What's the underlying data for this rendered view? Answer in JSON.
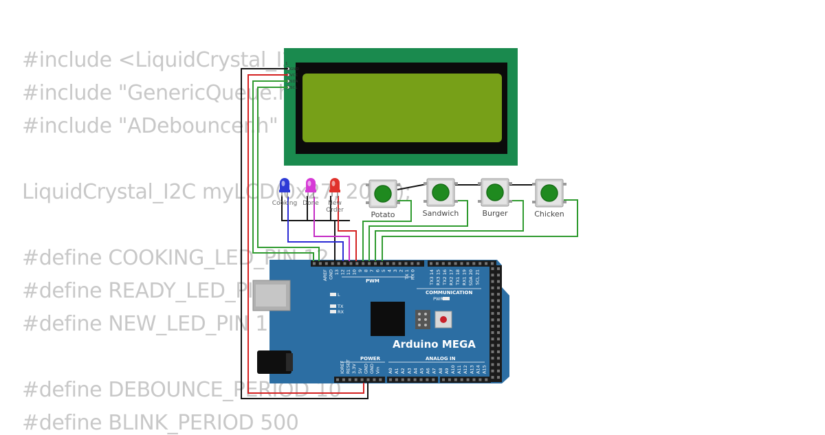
{
  "code_lines": [
    "#include <LiquidCrystal_I2C.h>",
    "#include \"GenericQueue.h\"",
    "#include \"ADebouncer.h\"",
    "",
    "LiquidCrystal_I2C myLCD(0x27, 20, 4);",
    "",
    "#define COOKING_LED_PIN 12",
    "#define READY_LED_PIN 11",
    "#define NEW_LED_PIN 10",
    "",
    "#define DEBOUNCE_PERIOD 10",
    "#define BLINK_PERIOD 500"
  ],
  "lcd": {
    "pins": [
      "GND",
      "VCC",
      "SDA",
      "SCL"
    ]
  },
  "leds": [
    {
      "label": "Cooking",
      "color": "#2e3bd6"
    },
    {
      "label": "Done",
      "color": "#d63ad6"
    },
    {
      "label": "New Order",
      "color": "#e0322c"
    }
  ],
  "buttons": [
    {
      "label": "Potato"
    },
    {
      "label": "Sandwich"
    },
    {
      "label": "Burger"
    },
    {
      "label": "Chicken"
    }
  ],
  "board": {
    "title": "Arduino MEGA",
    "pwm_label": "PWM",
    "communication_label": "COMMUNICATION",
    "power_label": "POWER",
    "analog_label": "ANALOG IN",
    "pwr_label": "PWR",
    "led_l": "L",
    "led_tx": "TX",
    "led_rx": "RX",
    "top_pins": [
      "AREF",
      "GND",
      "13",
      "12",
      "11",
      "10",
      "9",
      "8",
      "7",
      "6",
      "5",
      "4",
      "3",
      "2",
      "TX 1",
      "RX 0"
    ],
    "comm_pins": [
      "TX3 14",
      "RX3 15",
      "TX2 16",
      "RX2 17",
      "TX1 18",
      "RX1 19",
      "SDA 20",
      "SCL 21"
    ],
    "power_pins": [
      "IOREF",
      "RESET",
      "3.3V",
      "5V",
      "GND",
      "GND",
      "Vin"
    ],
    "analog_pins": [
      "A0",
      "A1",
      "A2",
      "A3",
      "A4",
      "A5",
      "A6",
      "A7",
      "A8",
      "A9",
      "A10",
      "A11",
      "A12",
      "A13",
      "A14",
      "A15"
    ]
  },
  "colors": {
    "code_text": "#c8c8c8",
    "board": "#2c6ea3",
    "lcd_pcb": "#1a8a4e",
    "lcd_screen": "#77a018",
    "wire_red": "#d42020",
    "wire_green": "#2e9a2e",
    "wire_black": "#111111",
    "wire_blue": "#2a2ad4",
    "wire_magenta": "#c42ac4"
  }
}
